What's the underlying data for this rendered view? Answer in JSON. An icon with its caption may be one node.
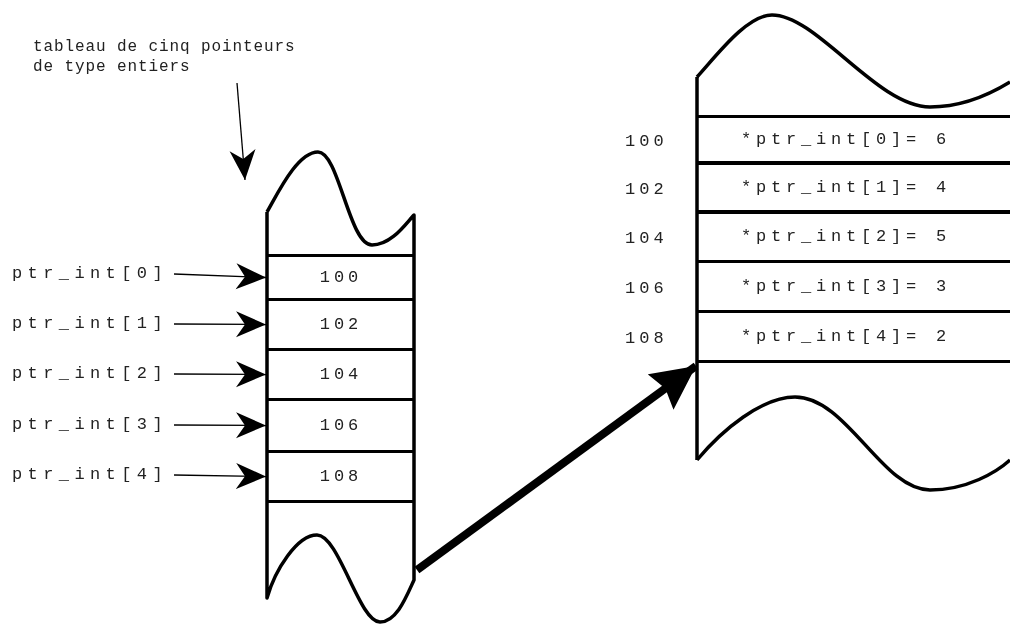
{
  "diagram": {
    "nodes": [
      {
        "text": [
          "tableau de cinq pointeurs de type entiers"
        ]
      },
      {
        "text": [
          "ptr_int[0]"
        ]
      },
      {
        "text": [
          "ptr_int[1]"
        ]
      },
      {
        "text": [
          "ptr_int[2]"
        ]
      },
      {
        "text": [
          "ptr_int[3]"
        ]
      },
      {
        "text": [
          "ptr_int[4]"
        ]
      },
      {
        "text": [],
        "shape": "box"
      },
      {
        "text": [
          "100"
        ],
        "in": 6
      },
      {
        "text": [
          "102"
        ],
        "in": 6
      },
      {
        "text": [
          "104"
        ],
        "in": 6
      },
      {
        "text": [
          "106"
        ],
        "in": 6
      },
      {
        "text": [
          "108"
        ],
        "in": 6
      },
      {
        "text": [],
        "shape": "box"
      },
      {
        "text": [
          "*ptr_int[0]= 6"
        ],
        "in": 12,
        "beside": [
          "100"
        ]
      },
      {
        "text": [
          "*ptr_int[1]= 4"
        ],
        "in": 12,
        "beside": [
          "102"
        ]
      },
      {
        "text": [
          "*ptr_int[2]= 5"
        ],
        "in": 12,
        "beside": [
          "104"
        ]
      },
      {
        "text": [
          "*ptr_int[3]= 3"
        ],
        "in": 12,
        "beside": [
          "106"
        ]
      },
      {
        "text": [
          "*ptr_int[4]= 2"
        ],
        "in": 12,
        "beside": [
          "108"
        ]
      }
    ],
    "edges": [
      {
        "from": 0,
        "to": 6,
        "arrow": "to"
      },
      {
        "from": 1,
        "to": 7,
        "arrow": "to"
      },
      {
        "from": 2,
        "to": 8,
        "arrow": "to"
      },
      {
        "from": 3,
        "to": 9,
        "arrow": "to"
      },
      {
        "from": 4,
        "to": 10,
        "arrow": "to"
      },
      {
        "from": 5,
        "to": 11,
        "arrow": "to"
      },
      {
        "from": 6,
        "to": 12,
        "arrow": "to",
        "style": "thick"
      }
    ]
  }
}
